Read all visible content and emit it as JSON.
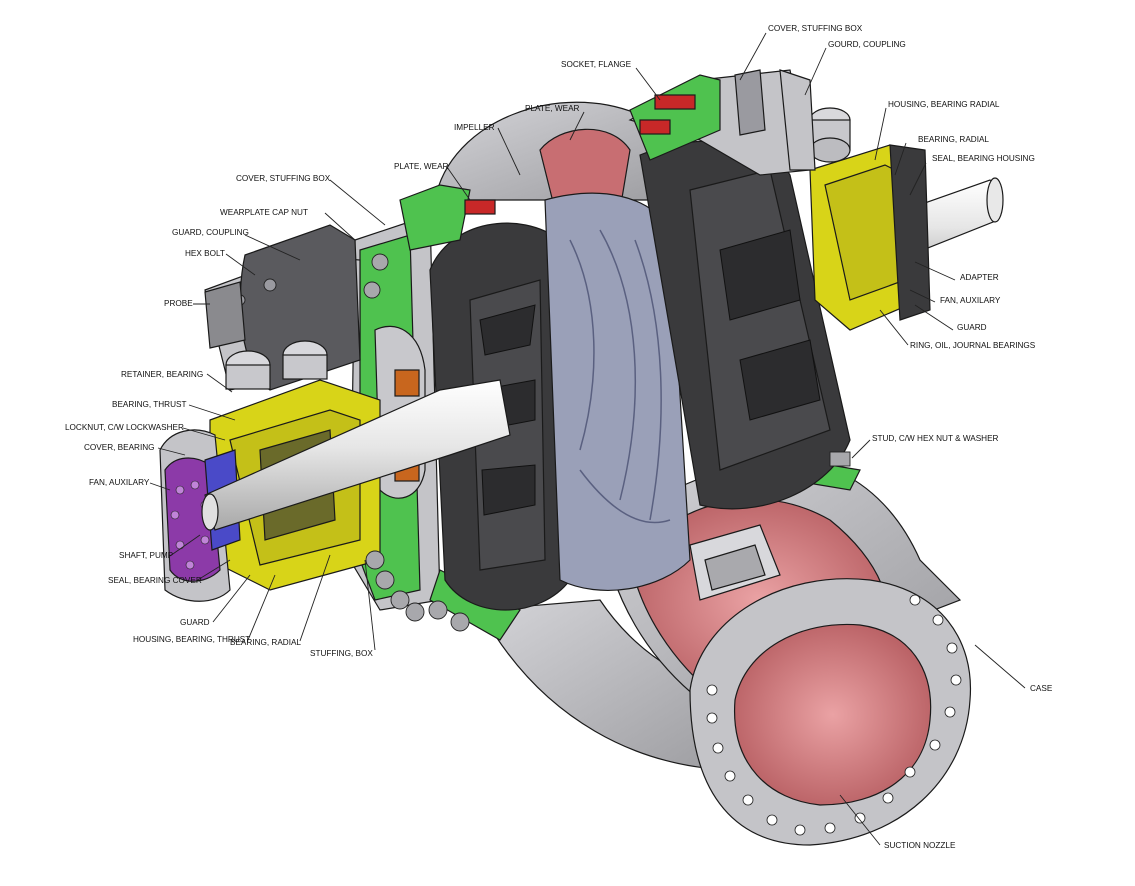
{
  "labels": {
    "cover_stuffing_box_top": "COVER, STUFFING BOX",
    "gourd_coupling": "GOURD, COUPLING",
    "socket_flange": "SOCKET, FLANGE",
    "plate_wear_top": "PLATE, WEAR",
    "impeller": "IMPELLER",
    "plate_wear_mid": "PLATE, WEAR",
    "housing_bearing_radial": "HOUSING, BEARING RADIAL",
    "bearing_radial_right": "BEARING, RADIAL",
    "seal_bearing_housing": "SEAL, BEARING HOUSING",
    "cover_stuffing_box_left": "COVER, STUFFING BOX",
    "wearplate_cap_nut": "WEARPLATE CAP NUT",
    "guard_coupling": "GUARD, COUPLING",
    "hex_bolt": "HEX BOLT",
    "probe": "PROBE",
    "adapter": "ADAPTER",
    "fan_auxilary_right": "FAN, AUXILARY",
    "guard_right": "GUARD",
    "ring_oil": "RING, OIL, JOURNAL BEARINGS",
    "retainer_bearing": "RETAINER, BEARING",
    "bearing_thrust": "BEARING, THRUST",
    "locknut": "LOCKNUT, C/W LOCKWASHER",
    "cover_bearing": "COVER, BEARING",
    "fan_auxilary_left": "FAN, AUXILARY",
    "stud": "STUD, C/W HEX NUT & WASHER",
    "shaft_pump": "SHAFT, PUMP",
    "seal_bearing_cover": "SEAL, BEARING COVER",
    "guard_left": "GUARD",
    "housing_bearing_thrust": "HOUSING, BEARING, THRUST",
    "bearing_radial_left": "BEARING, RADIAL",
    "stuffing_box": "STUFFING, BOX",
    "case": "CASE",
    "suction_nozzle": "SUCTION NOZZLE"
  },
  "colors": {
    "case_gray": "#b8b8bc",
    "case_dark": "#8e8e92",
    "internal_red": "#c86e72",
    "internal_red_light": "#e39a9c",
    "impeller_dark": "#3a3a3c",
    "impeller_blue": "#9aa0b8",
    "seal_green": "#4fc24f",
    "bearing_yellow": "#d8d418",
    "fan_purple": "#8c3aa8",
    "shaft_white": "#e8e8e8",
    "bolt_red": "#c82828",
    "nut_orange": "#c8661e"
  }
}
